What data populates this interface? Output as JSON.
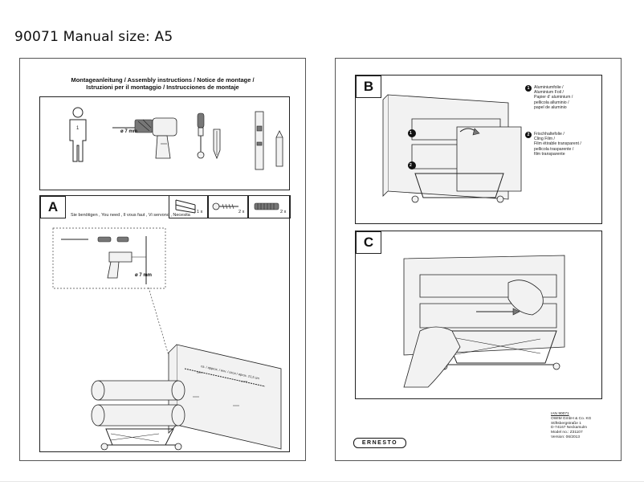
{
  "document": {
    "title": "90071 Manual size: A5"
  },
  "left_page": {
    "heading_line1": "Montageanleitung / Assembly instructions / Notice de montage /",
    "heading_line2": "Istruzioni per il montaggio / Instrucciones de montaje",
    "tools": {
      "person_label": "1",
      "drill_bit_label": "ø 7 mm",
      "needed_text": "Sie benötigen , You need , Il vous faut , Vi servono , Necesita",
      "icons": [
        "person-icon",
        "drill-icon",
        "screwdriver-icon",
        "bit-icon",
        "spirit-level-icon",
        "pencil-icon"
      ]
    },
    "panel_a": {
      "tag": "A",
      "parts": [
        {
          "icon": "bracket-icon",
          "qty": "1 x"
        },
        {
          "icon": "screw-icon",
          "qty": "2 x"
        },
        {
          "icon": "wall-plug-icon",
          "qty": "2 x"
        }
      ],
      "drill_label": "ø 7 mm",
      "measurement_text": "ca. / approx. / env. / circa / aprox. 21,5 cm"
    }
  },
  "right_page": {
    "panel_b": {
      "tag": "B",
      "legend": [
        {
          "num": "1",
          "lines": [
            "Aluminiumfolie /",
            "Aluminium Foil /",
            "Papier d' aluminium /",
            "pellicola alluminio /",
            "papel de aluminio"
          ]
        },
        {
          "num": "2",
          "lines": [
            "Frischhaltefolie /",
            "Cling Film /",
            "Film étirable transparent /",
            "pellicola trasparente /",
            "film transparente"
          ]
        }
      ],
      "markers": [
        "1",
        "2"
      ]
    },
    "panel_c": {
      "tag": "C"
    },
    "brand": "ERNESTO",
    "info_lines": [
      "IAN 90071",
      "OWIM GmbH & Co. KG",
      "Stiftsbergstraße 1",
      "D-74167 Neckarsulm",
      "Model no.: Z31107",
      "Version: 06/2013"
    ]
  }
}
